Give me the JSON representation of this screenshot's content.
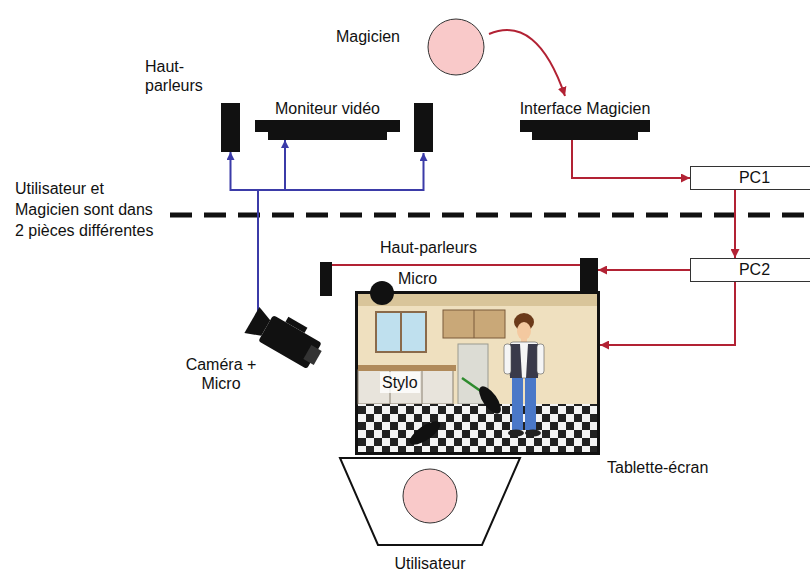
{
  "diagram": {
    "nodes": [
      {
        "text": [
          "Magicien"
        ]
      },
      {
        "text": [
          "Moniteur vidéo"
        ]
      },
      {
        "text": [
          "Haut-parleurs"
        ]
      },
      {
        "text": [
          "Caméra + Micro"
        ]
      },
      {
        "text": [
          "Interface Magicien"
        ]
      },
      {
        "text": [
          "PC1"
        ]
      },
      {
        "text": [
          "PC2"
        ]
      },
      {
        "text": [
          "Haut-parleurs"
        ]
      },
      {
        "text": [
          "Tablette-écran"
        ]
      },
      {
        "text": [
          "Utilisateur"
        ]
      }
    ],
    "edges": [
      {
        "from": 0,
        "to": 4,
        "arrow": "to"
      },
      {
        "from": 4,
        "to": 5,
        "arrow": "to"
      },
      {
        "from": 5,
        "to": 6,
        "arrow": "to"
      },
      {
        "from": 6,
        "to": 7,
        "arrow": "to"
      },
      {
        "from": 6,
        "to": 8,
        "arrow": "to"
      },
      {
        "from": 3,
        "to": 1,
        "arrow": "to"
      },
      {
        "from": 3,
        "to": 2,
        "arrow": "to"
      }
    ],
    "labels": [
      "Utilisateur et Magicien sont dans 2 pièces différentes",
      "Micro",
      "Stylo"
    ]
  }
}
